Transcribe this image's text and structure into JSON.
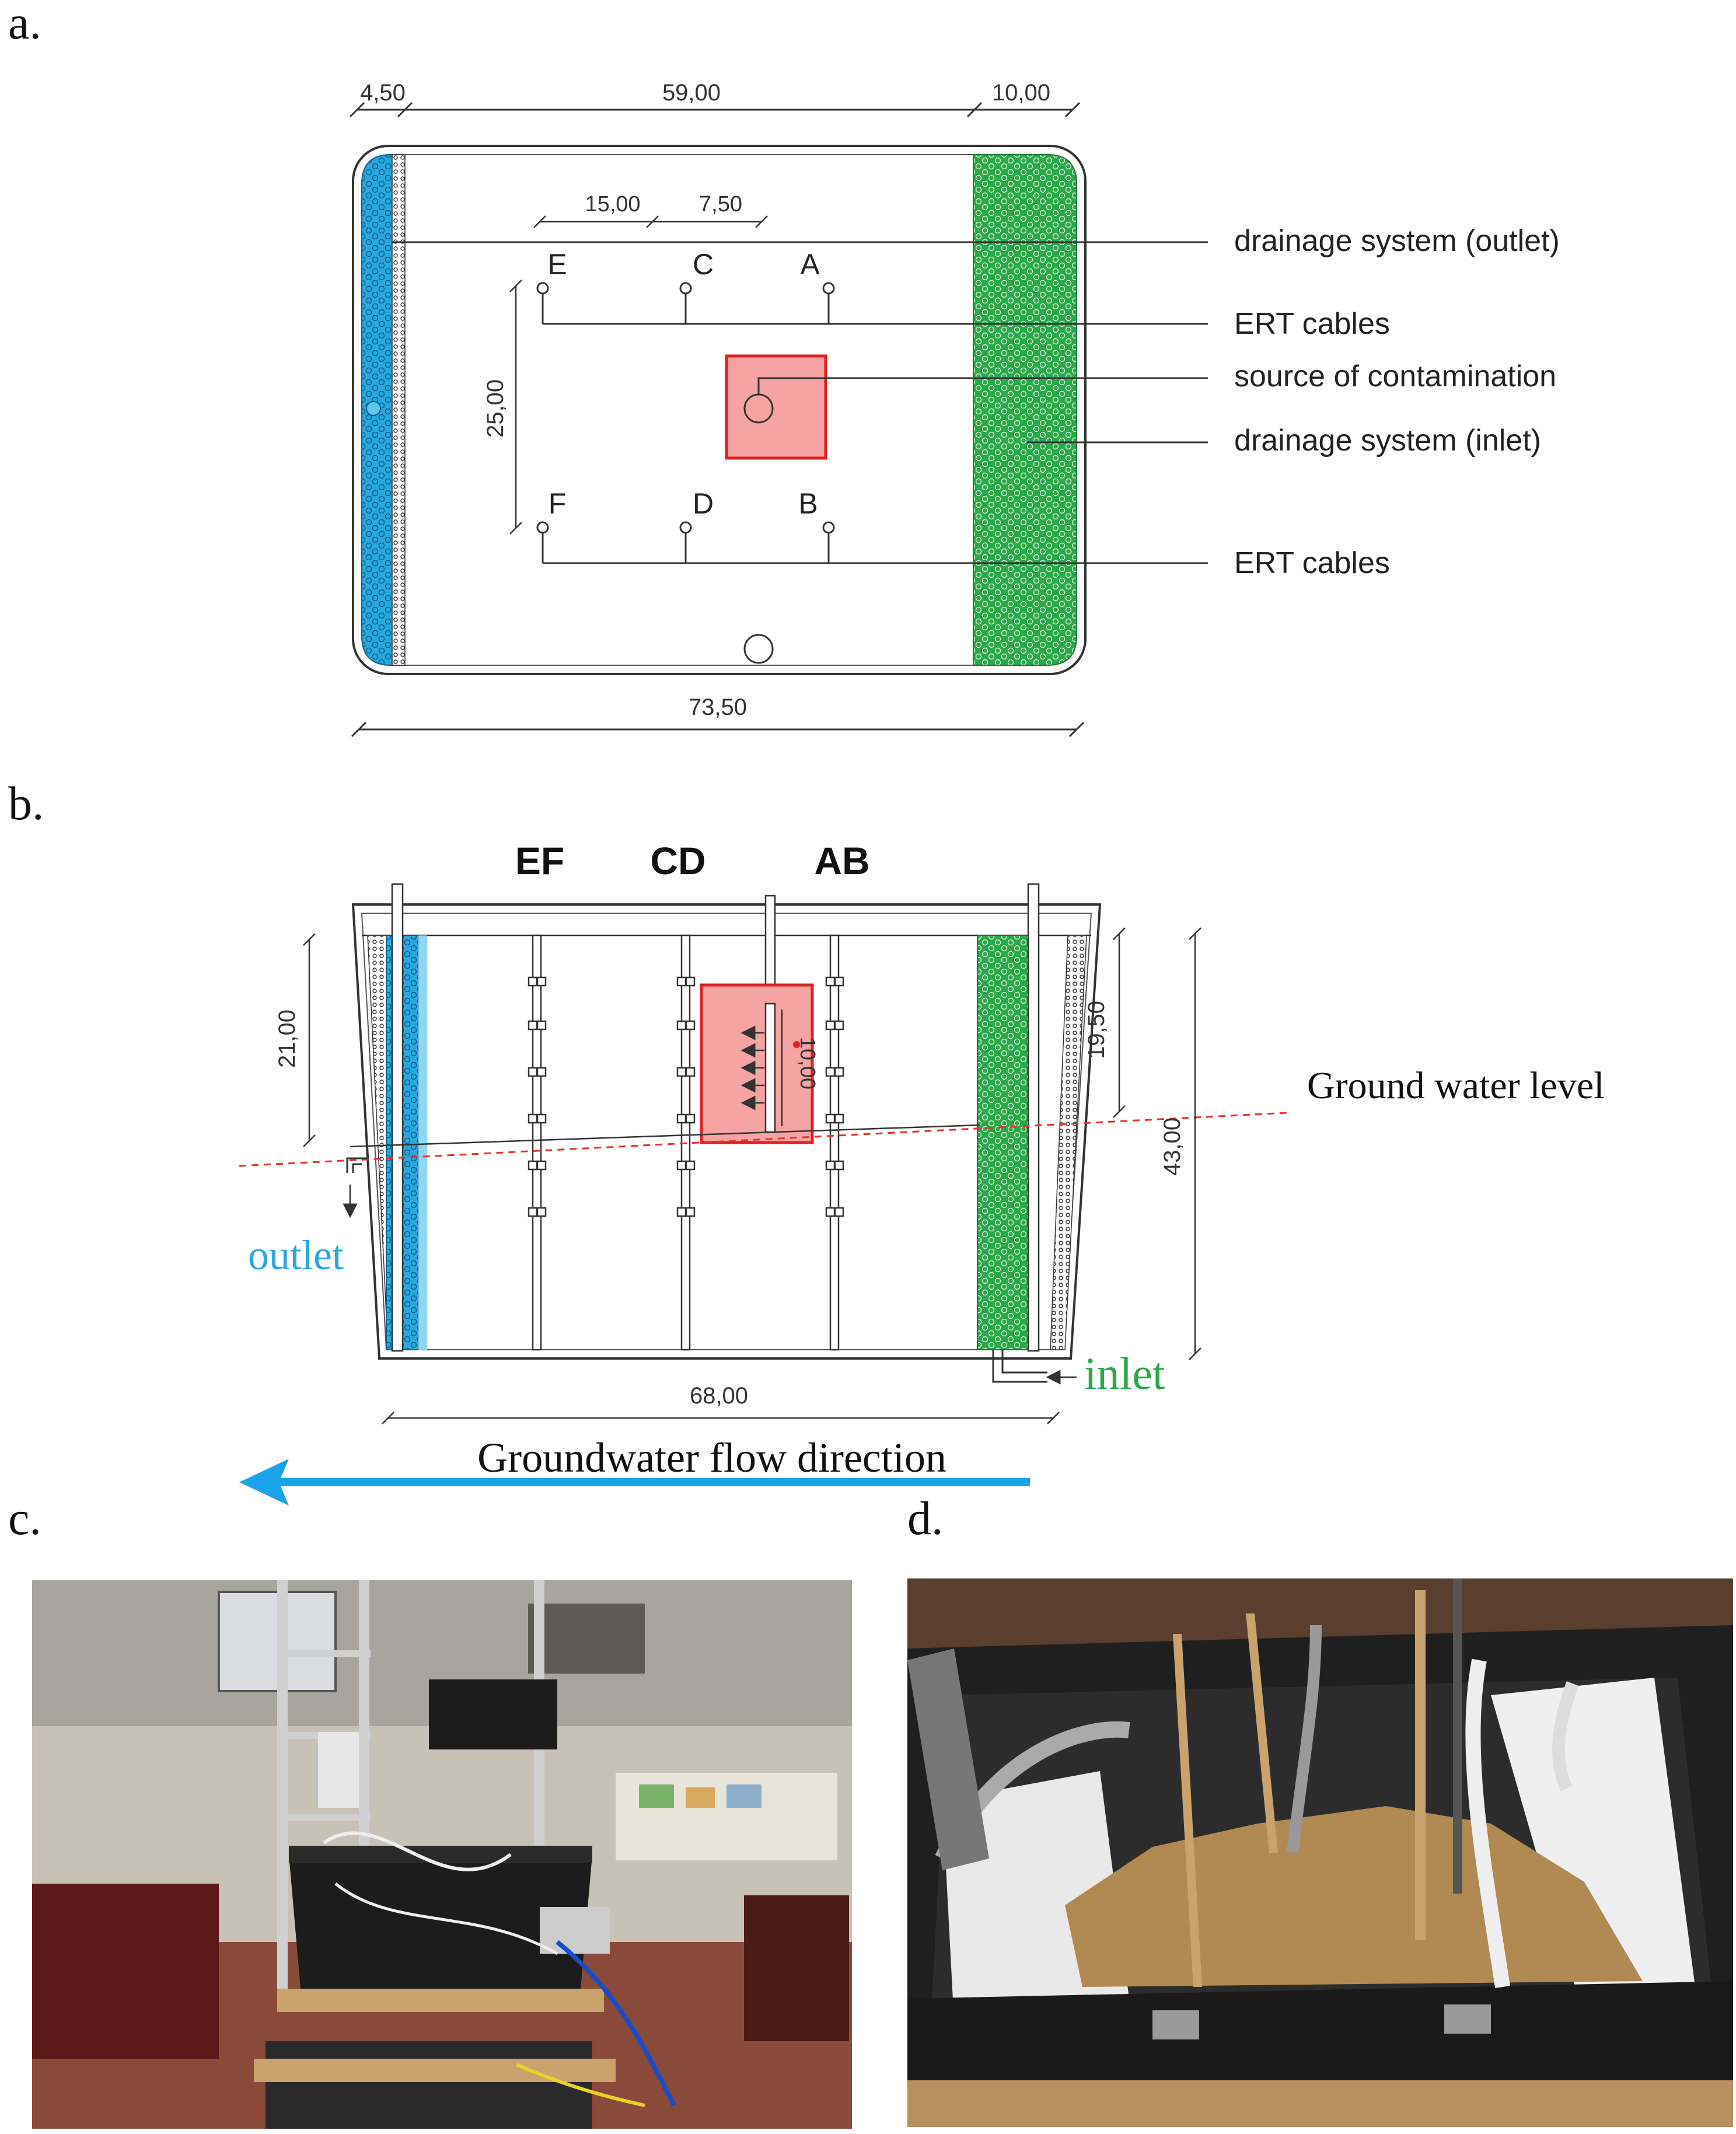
{
  "panels": {
    "a": "a.",
    "b": "b.",
    "c": "c.",
    "d": "d."
  },
  "plan_view": {
    "dims_top": [
      "4,50",
      "59,00",
      "10,00"
    ],
    "dims_inner": [
      "15,00",
      "7,50"
    ],
    "dim_vertical": "25,00",
    "dim_bottom": "73,50",
    "electrodes_top": [
      "E",
      "C",
      "A"
    ],
    "electrodes_bottom": [
      "F",
      "D",
      "B"
    ],
    "labels": {
      "drainage_outlet": "drainage system (outlet)",
      "ert_cables_1": "ERT cables",
      "source": "source of contamination",
      "drainage_inlet": "drainage system (inlet)",
      "ert_cables_2": "ERT cables"
    }
  },
  "section_view": {
    "columns": [
      "EF",
      "CD",
      "AB"
    ],
    "dim_left": "21,00",
    "dim_right_small": "19,50",
    "dim_right_large": "43,00",
    "dim_source": "10,00",
    "dim_bottom": "68,00",
    "ground_water_label": "Ground water level",
    "outlet_label": "outlet",
    "inlet_label": "inlet",
    "flow_label": "Groundwater flow direction"
  },
  "colors": {
    "outlet_blue": "#29a8e0",
    "inlet_green": "#2aa84a",
    "source_red": "#e02020",
    "source_fill": "#f5a3a3",
    "flow_arrow": "#1aa3e8",
    "gw_line": "#e83030"
  }
}
